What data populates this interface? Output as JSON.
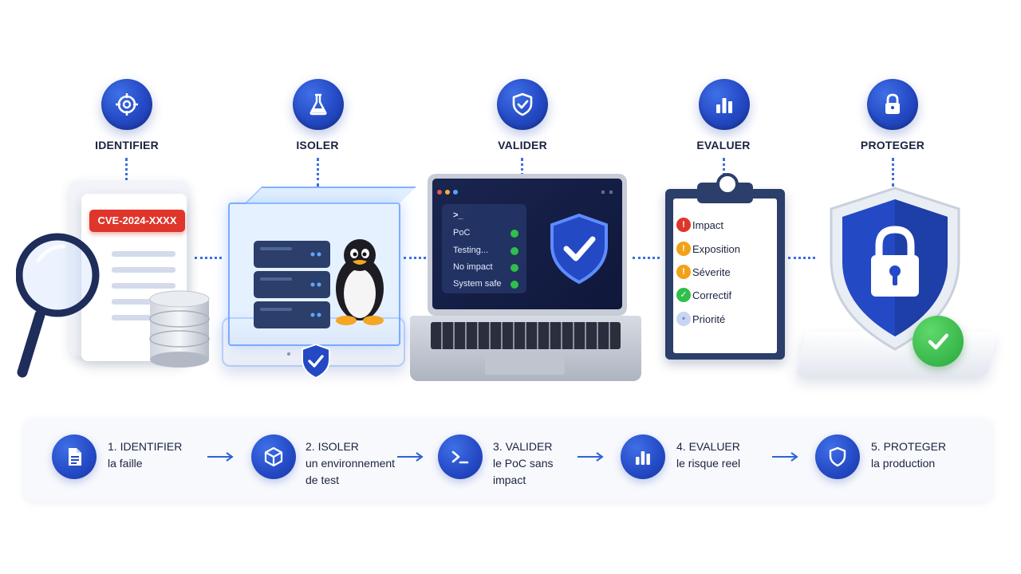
{
  "steps": [
    {
      "id": "identifier",
      "label": "IDENTIFIER",
      "icon": "target-icon"
    },
    {
      "id": "isoler",
      "label": "ISOLER",
      "icon": "flask-icon"
    },
    {
      "id": "valider",
      "label": "VALIDER",
      "icon": "shield-check-icon"
    },
    {
      "id": "evaluer",
      "label": "EVALUER",
      "icon": "bar-chart-icon"
    },
    {
      "id": "proteger",
      "label": "PROTEGER",
      "icon": "lock-icon"
    }
  ],
  "identifier_scene": {
    "cve_tag": "CVE-2024-XXXX"
  },
  "terminal": {
    "prompt": ">_",
    "lines": [
      "PoC",
      "Testing...",
      "No impact",
      "System safe"
    ]
  },
  "clipboard": {
    "items": [
      {
        "label": "Impact",
        "status": "critical",
        "symbol": "!"
      },
      {
        "label": "Exposition",
        "status": "warning",
        "symbol": "!"
      },
      {
        "label": "Séverite",
        "status": "warning",
        "symbol": "!"
      },
      {
        "label": "Correctif",
        "status": "ok",
        "symbol": "✓"
      },
      {
        "label": "Priorité",
        "status": "info",
        "symbol": "•"
      }
    ]
  },
  "flow": [
    {
      "line1": "1. IDENTIFIER",
      "line2": "la faille",
      "line3": "",
      "icon": "document-icon"
    },
    {
      "line1": "2. ISOLER",
      "line2": "un environnement",
      "line3": "de test",
      "icon": "cube-icon"
    },
    {
      "line1": "3. VALIDER",
      "line2": "le PoC sans",
      "line3": "impact",
      "icon": "terminal-icon"
    },
    {
      "line1": "4. EVALUER",
      "line2": "le risque reel",
      "line3": "",
      "icon": "bar-chart-icon"
    },
    {
      "line1": "5. PROTEGER",
      "line2": "la production",
      "line3": "",
      "icon": "shield-icon"
    }
  ],
  "colors": {
    "primary_blue": "#2449c4",
    "dotted_line": "#3b6fe0",
    "critical_red": "#e0352b",
    "warning_orange": "#f2a118",
    "ok_green": "#2fbf4a",
    "info_blue": "#8ea8e8",
    "text_dark": "#1b2340"
  }
}
